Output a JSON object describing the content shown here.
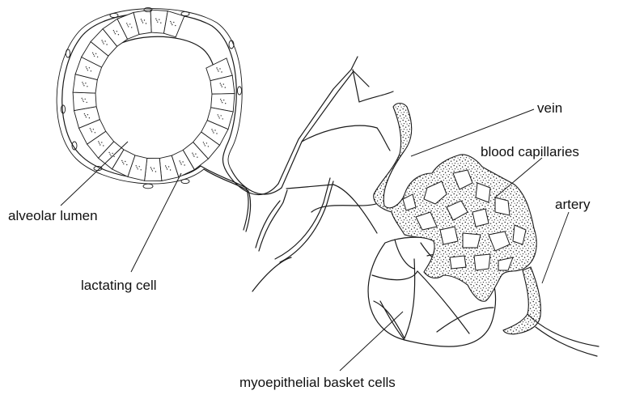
{
  "labels": {
    "vein": "vein",
    "blood_capillaries": "blood capillaries",
    "artery": "artery",
    "alveolar_lumen": "alveolar lumen",
    "lactating_cell": "lactating cell",
    "myoepithelial_basket_cells": "myoepithelial basket cells"
  },
  "colors": {
    "ink": "#1a1a1a",
    "background": "#ffffff"
  }
}
